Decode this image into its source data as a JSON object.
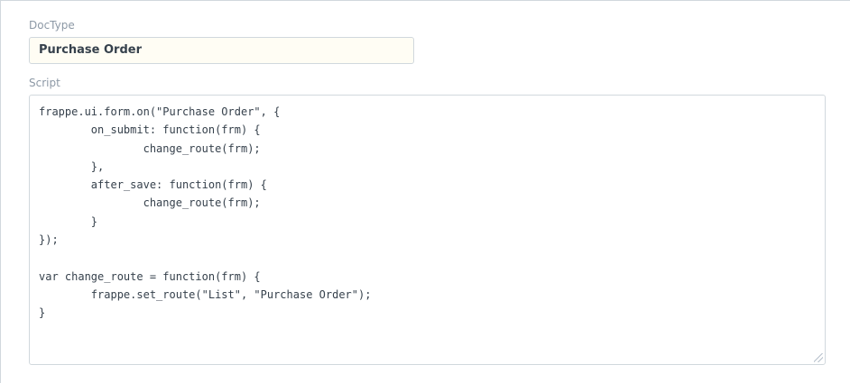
{
  "doctype_field": {
    "label": "DocType",
    "value": "Purchase Order"
  },
  "script_field": {
    "label": "Script",
    "lines": [
      "frappe.ui.form.on(\"Purchase Order\", {",
      "        on_submit: function(frm) {",
      "                change_route(frm);",
      "        },",
      "        after_save: function(frm) {",
      "                change_route(frm);",
      "        }",
      "});",
      "",
      "var change_route = function(frm) {",
      "        frappe.set_route(\"List\", \"Purchase Order\");",
      "}"
    ]
  }
}
